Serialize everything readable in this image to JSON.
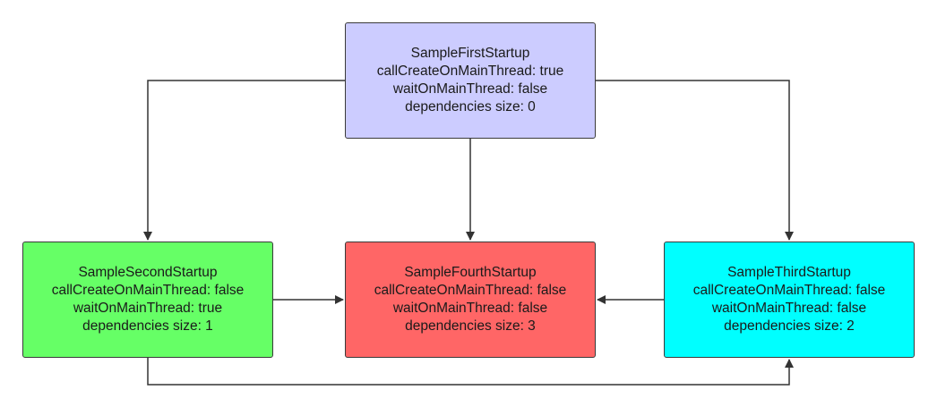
{
  "nodes": {
    "first": {
      "name": "SampleFirstStartup",
      "create": "callCreateOnMainThread: true",
      "wait": "waitOnMainThread: false",
      "deps": "dependencies size: 0",
      "color": "#ccccff"
    },
    "second": {
      "name": "SampleSecondStartup",
      "create": "callCreateOnMainThread: false",
      "wait": "waitOnMainThread: true",
      "deps": "dependencies size: 1",
      "color": "#66ff66"
    },
    "fourth": {
      "name": "SampleFourthStartup",
      "create": "callCreateOnMainThread: false",
      "wait": "waitOnMainThread: false",
      "deps": "dependencies size: 3",
      "color": "#ff6666"
    },
    "third": {
      "name": "SampleThirdStartup",
      "create": "callCreateOnMainThread: false",
      "wait": "waitOnMainThread: false",
      "deps": "dependencies size: 2",
      "color": "#00ffff"
    }
  },
  "edges": [
    {
      "from": "first",
      "to": "second"
    },
    {
      "from": "first",
      "to": "fourth"
    },
    {
      "from": "first",
      "to": "third"
    },
    {
      "from": "second",
      "to": "fourth"
    },
    {
      "from": "third",
      "to": "fourth"
    },
    {
      "from": "second",
      "to": "third"
    }
  ],
  "line_color": "#333333"
}
